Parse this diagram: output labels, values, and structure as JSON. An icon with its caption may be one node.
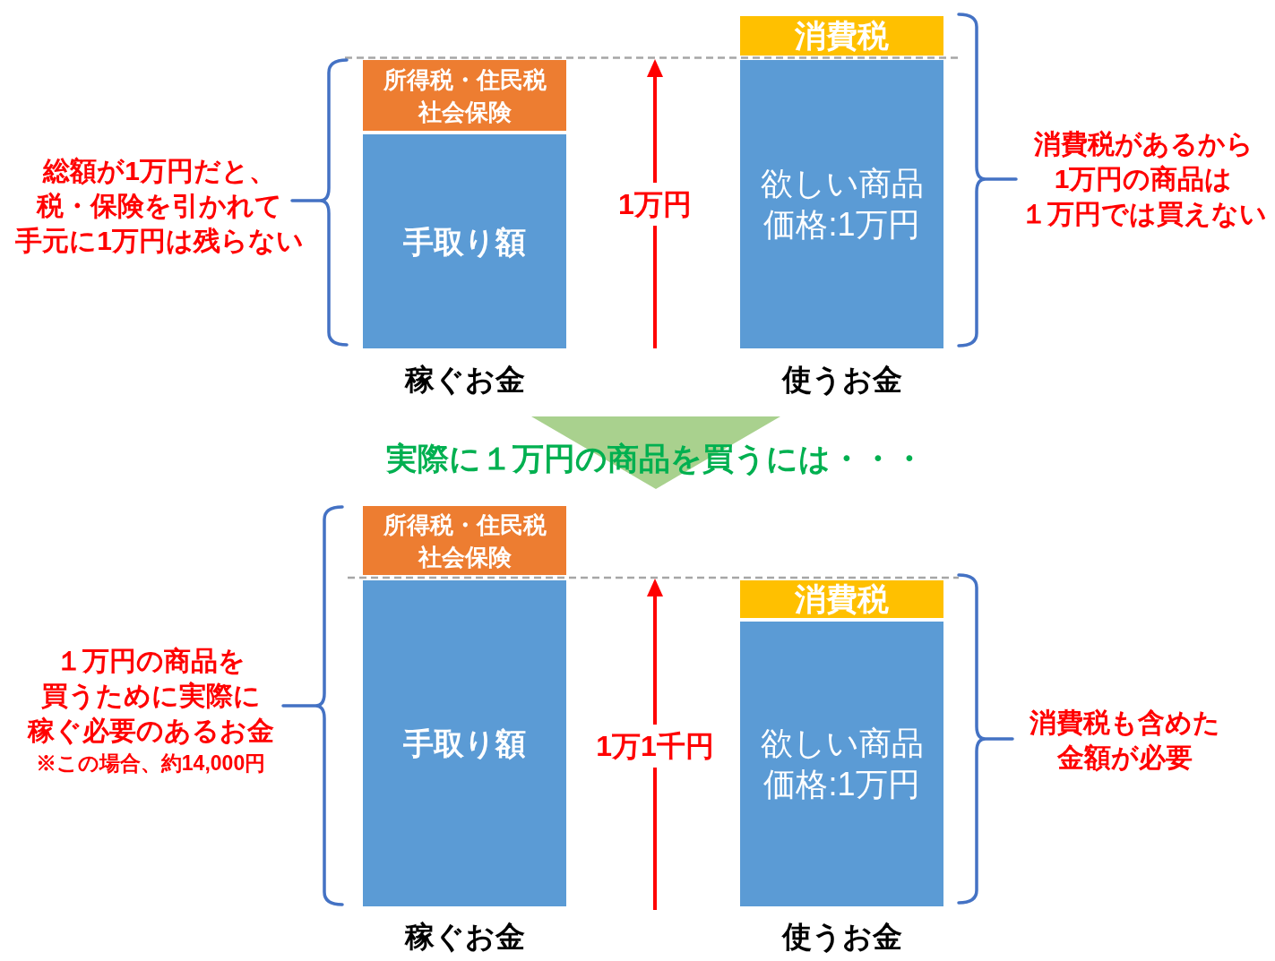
{
  "diagram": {
    "nodes": [
      {
        "text": [
          "所得税・住民税社会保険"
        ]
      },
      {
        "text": [
          "手取り額"
        ],
        "beside": [
          "稼ぐお金"
        ]
      },
      {
        "text": [
          "消費税"
        ]
      },
      {
        "text": [
          "欲しい商品価格:1万円"
        ],
        "beside": [
          "使うお金"
        ]
      },
      {
        "text": [
          "実際に１万円の商品を買うには・・・"
        ]
      },
      {
        "text": [
          "所得税・住民税社会保険"
        ]
      },
      {
        "text": [
          "手取り額"
        ],
        "beside": [
          "稼ぐお金"
        ]
      },
      {
        "text": [
          "消費税"
        ]
      },
      {
        "text": [
          "欲しい商品価格:1万円"
        ],
        "beside": [
          "使うお金"
        ]
      }
    ],
    "labels": [
      "総額が1万円だと、税・保険を引かれて手元に1万円は残らない",
      "1万円",
      "消費税があるから1万円の商品は１万円では買えない",
      "１万円の商品を買うために実際に稼ぐ必要のあるお金",
      "※この場合、約14,000円",
      "1万1千円",
      "消費税も含めた金額が必要"
    ]
  }
}
